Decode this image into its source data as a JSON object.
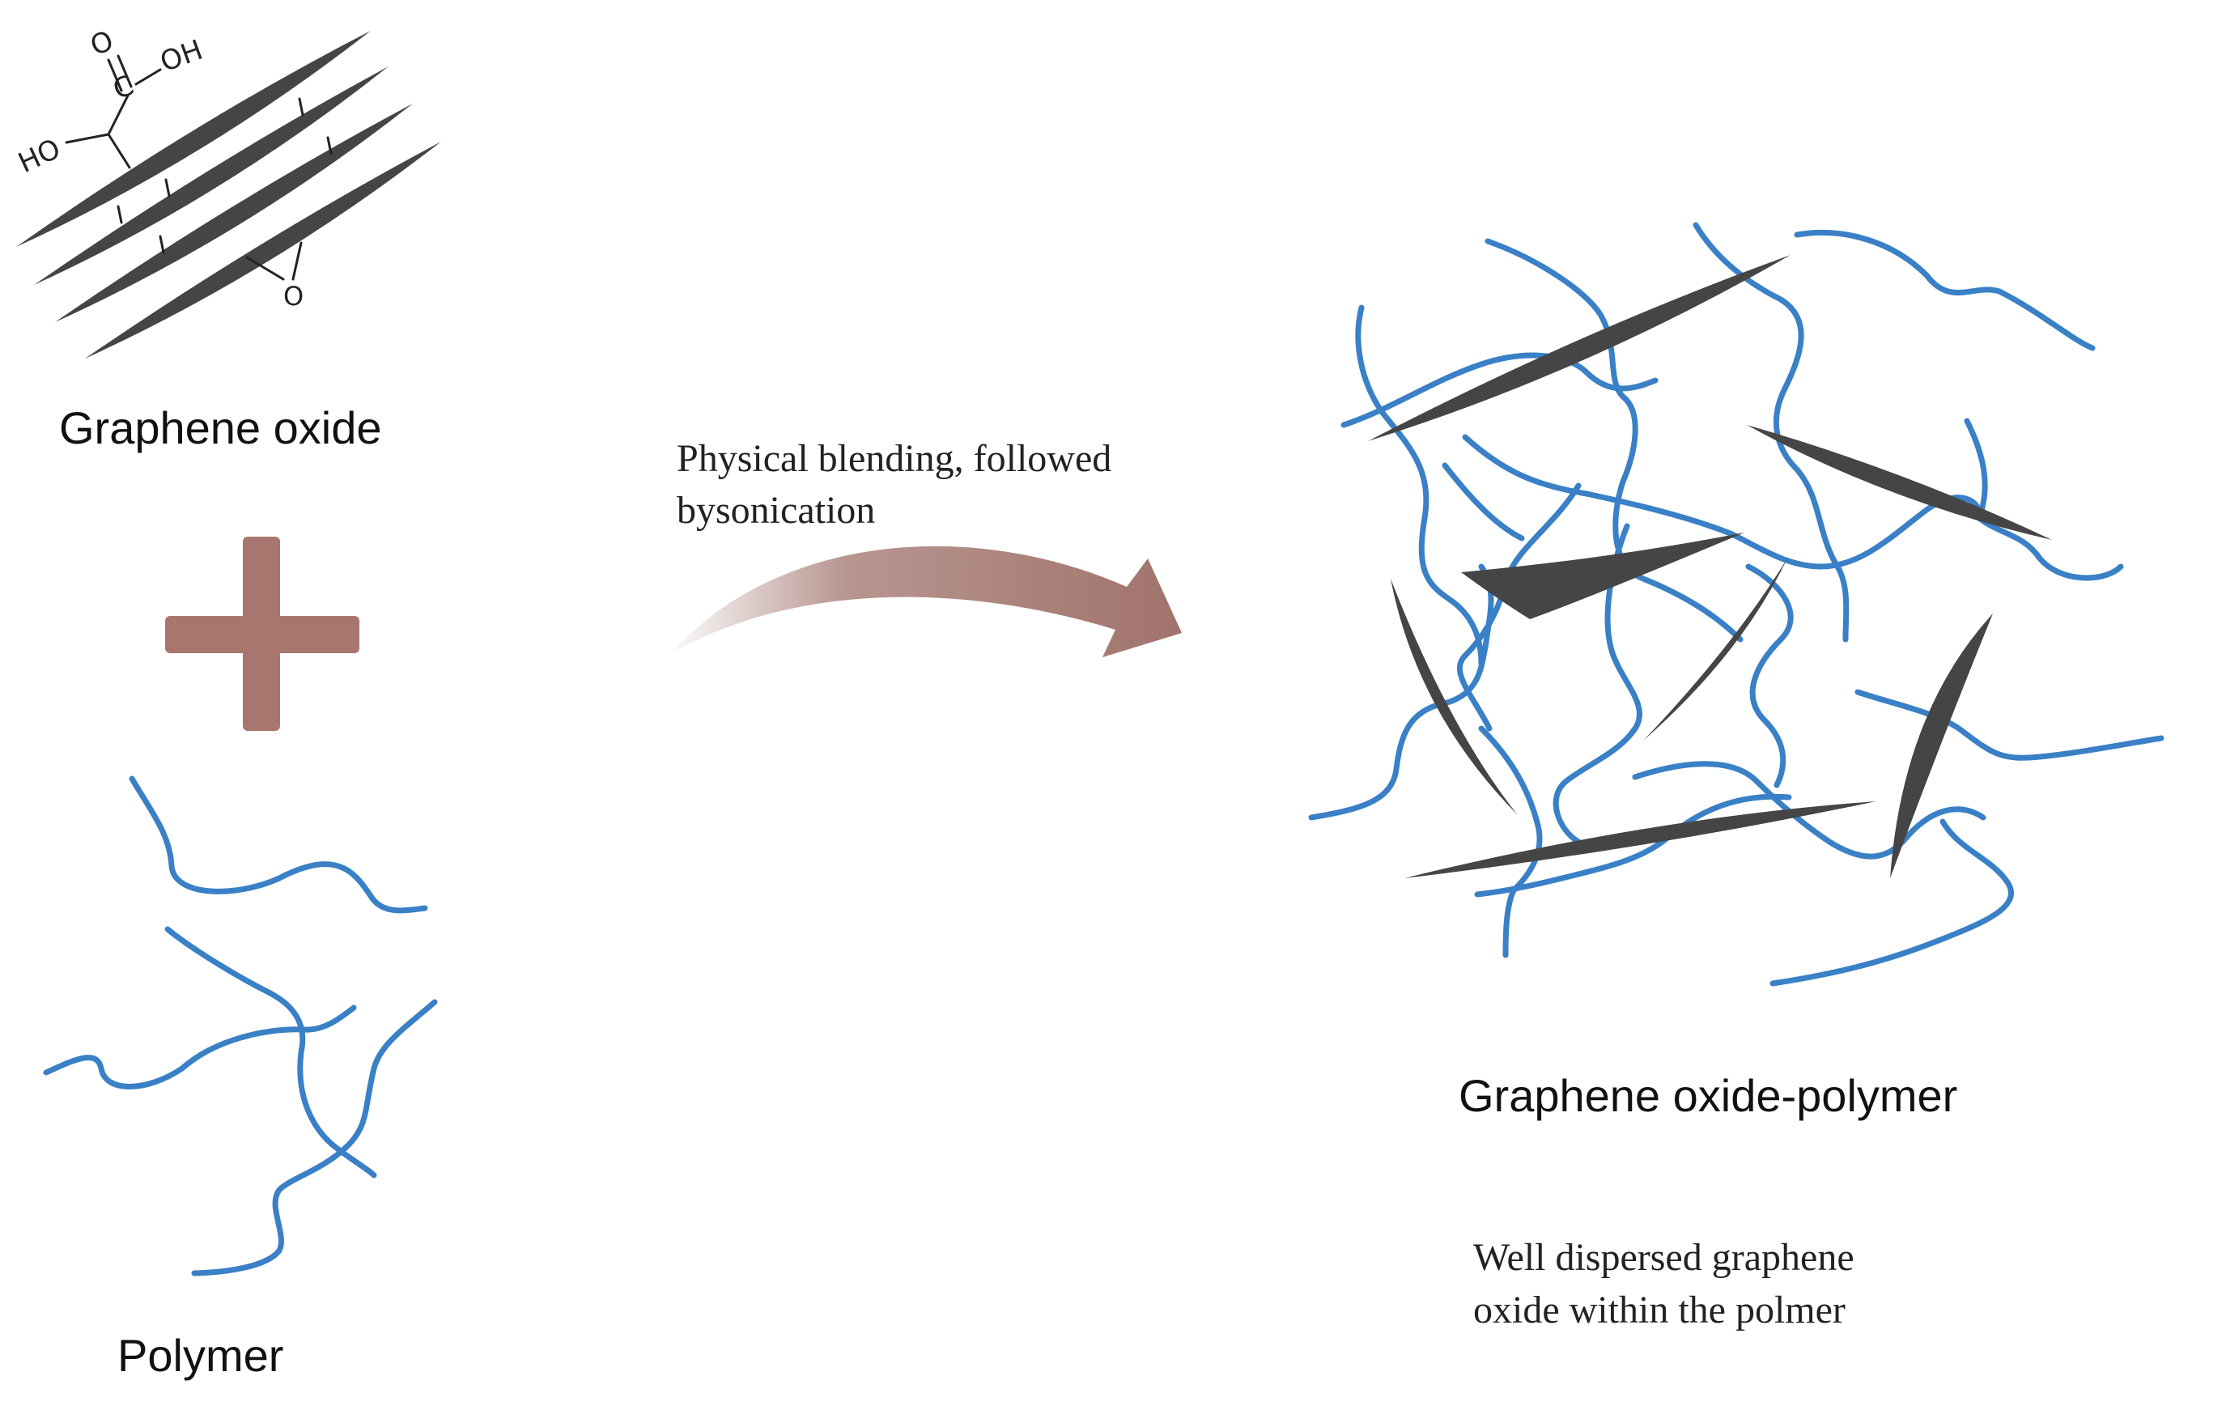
{
  "labels": {
    "graphene_oxide": "Graphene oxide",
    "polymer": "Polymer",
    "process_line1": "Physical blending, followed",
    "process_line2": "bysonication",
    "composite": "Graphene oxide-polymer",
    "description_line1": "Well dispersed graphene",
    "description_line2": "oxide within the polmer"
  },
  "chemistry": {
    "carboxyl_oxygen": "O",
    "carboxyl_carbon": "C",
    "carboxyl_hydroxyl": "OH",
    "hydroxyl": "HO",
    "epoxide_oxygen": "O"
  },
  "colors": {
    "polymer_chain": "#3a80c6",
    "graphene_sheet": "#454545",
    "plus_sign": "#a8766e",
    "arrow": "#a0736b"
  }
}
